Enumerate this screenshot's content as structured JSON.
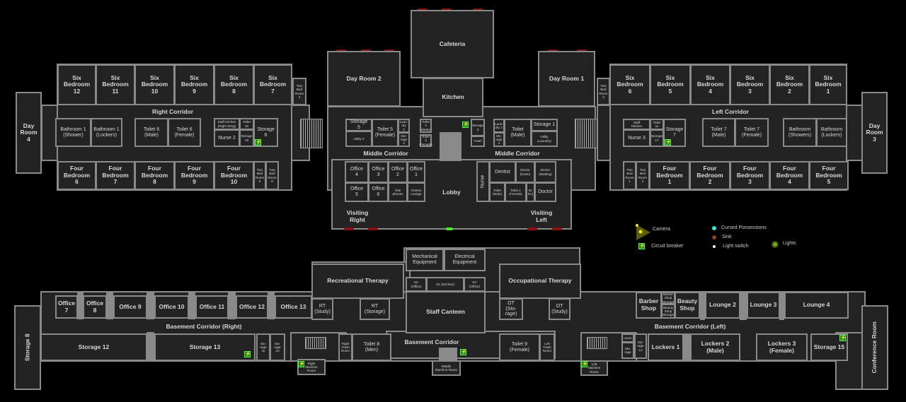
{
  "rooms": {
    "day_room_4": "Day\nRoom\n4",
    "six_bedroom_12": "Six\nBedroom\n12",
    "six_bedroom_11": "Six\nBedroom\n11",
    "six_bedroom_10": "Six\nBedroom\n10",
    "six_bedroom_9": "Six\nBedroom\n9",
    "six_bedroom_8": "Six\nBedroom\n8",
    "six_bedroom_7": "Six\nBedroom\n7",
    "two_bed_room_4": "Two\nBed\nRoom\n4",
    "bathroom_1_shower": "Bathroom 1\n(Shower)",
    "bathroom_1_lockers": "Bathroom 1\n(Lockers)",
    "toilet_6_male": "Toilet 6\n(Male)",
    "toilet_6_female": "Toilet 6\n(Female)",
    "staff_kitchen_right": "Staff Kitchen\n(Right Wing)",
    "nurse_2": "Nurse 2",
    "toilet_10": "Toilet 10",
    "storage_16": "Storage\n16",
    "storage_6": "Storage\n6",
    "four_bedroom_6": "Four\nBedroom\n6",
    "four_bedroom_7": "Four\nBedroom\n7",
    "four_bedroom_8": "Four\nBedroom\n8",
    "four_bedroom_9": "Four\nBedroom\n9",
    "four_bedroom_10": "Four\nBedroom\n10",
    "two_bed_room_5": "Two\nBed\nRoom\n5",
    "two_bed_room_6": "Two\nBed\nRoom\n6",
    "day_room_2": "Day Room 2",
    "cafeteria": "Cafeteria",
    "kitchen": "Kitchen",
    "day_room_1": "Day Room 1",
    "storage_5": "Storage\n5",
    "utility_2": "Utility 2",
    "toilet_5_female": "Toilet 5\n(Female)",
    "laundry_2": "Laun-\ndry\n2",
    "storage_4": "Sto-\nrage\n4",
    "toilet_4_male": "Toilet\n4\n(Male)",
    "toilet_3_female": "Toilet\n3\n(Female)",
    "storage_3": "Storage 3",
    "trash": "Trash",
    "laundry_1": "Laun-\ndry 1",
    "storage_2": "Sto-\nrage\n2",
    "toilet_male": "Toilet\n(Male)",
    "storage_1": "Storage 1",
    "utility_laundry": "Utility\n(Laundry)",
    "office_4": "Office\n4",
    "office_3": "Office\n3",
    "office_2": "Office\n2",
    "office_1": "Office\n1",
    "office_5": "Office\n5",
    "office_6": "Office\n6",
    "telephones": "Tele\nphones",
    "visitors_lounge": "Visitors\nLounge",
    "nurse": "Nurse",
    "dentist": "Dentist",
    "doctor_exam": "Doctor\n(Exam)",
    "doctor_waiting": "Doctor\n(Waiting)",
    "toilet_male_2": "Toilet\n(Male)",
    "toilet_1_female": "Toilet 1\n(Female)",
    "dr_lec": "Dr.\nlec)",
    "doctor": "Doctor",
    "two_bed_room_3": "Two\nBed\nRoom\n3",
    "six_bedroom_6": "Six\nBedroom\n6",
    "six_bedroom_5": "Six\nBedroom\n5",
    "six_bedroom_4": "Six\nBedroom\n4",
    "six_bedroom_3": "Six\nBedroom\n3",
    "six_bedroom_2": "Six\nBedroom\n2",
    "six_bedroom_1": "Six\nBedroom\n1",
    "day_room_3": "Day\nRoom\n3",
    "staff_kitchen": "Staff\nKitchen",
    "nurse_3": "Nurse 3",
    "toilet_11": "Toilet\n11",
    "storage_17": "Storage\n17",
    "storage_7": "Storage\n7",
    "toilet_7_male": "Toilet 7\n(Male)",
    "toilet_7_female": "Toilet 7\n(Female)",
    "bathroom_showers": "Bathroom\n(Showers)",
    "bathroom_lockers": "Bathroom\n(Lockers)",
    "two_bed_room_1": "Two\nBed\nRoom\n1",
    "two_bed_room_2": "Two\nBed\nRoom\n2",
    "four_bedroom_1": "Four\nBedroom\n1",
    "four_bedroom_2": "Four\nBedroom\n2",
    "four_bedroom_3": "Four\nBedroom\n3",
    "four_bedroom_4": "Four\nBedroom\n4",
    "four_bedroom_5": "Four\nBedroom\n5",
    "storage_8": "Storage 8",
    "office_7": "Office\n7",
    "office_8": "Office\n8",
    "office_9": "Office 9",
    "office_10": "Office 10",
    "office_11": "Office 11",
    "office_12": "Office 12",
    "office_13": "Office 13",
    "recreational_therapy": "Recreational Therapy",
    "rt_study": "RT\n(Study)",
    "rt_storage": "RT\n(Storage)",
    "storage_12": "Storage 12",
    "storage_13": "Storage 13",
    "storage_11": "Sto-\nrage\n11",
    "storage_10": "Sto-\nrage\n10",
    "right_machine_room": "Right\nMachine\nRoom",
    "right_trash_room": "Right\nTrash\nRoom",
    "toilet_8_men": "Toilet 8\n(Men)",
    "mechanical_equipment": "Mechanical\nEquipment",
    "electrical_equipment": "Electrical\nEquipment",
    "sc_office_1": "SC\n(Office)",
    "sc_kitchen": "SC (Kitchen)",
    "sc_office_2": "SC\n(Office)",
    "staff_canteen": "Staff Canteen",
    "middle_machine_room": "Middle\nMachine Room",
    "occupational_therapy": "Occupational Therapy",
    "ot_storage": "OT\n(Sto-\nrage)",
    "ot_study": "OT\n(Study)",
    "toilet_9_female": "Toilet 9\n(Female)",
    "left_trash_room": "Left\nTrash\nRoom",
    "left_machine_room": "Left\nMachine\nRoom",
    "barber_shop": "Barber\nShop",
    "barber_shop_storage": "Barber\nShop\nStorage",
    "beauty_shop_storage": "Beauty\nShop\nStorage",
    "beauty_shop": "Beauty\nShop",
    "lounge_2": "Lounge 2",
    "lounge_3": "Lounge 3",
    "lounge_4": "Lounge 4",
    "linen": "Linen",
    "storage_linen": "Sto-\nrage",
    "storage_14": "Sto-\nrage\n14",
    "lockers_1": "Lockers 1",
    "lockers_2_male": "Lockers 2\n(Male)",
    "lockers_3_female": "Lockers 3\n(Female)",
    "storage_15": "Storage 15",
    "conference_room": "Conference Room"
  },
  "labels": {
    "right_corridor": "Right Corridor",
    "left_corridor": "Left Corridor",
    "middle_corridor_1": "Middle Corridor",
    "middle_corridor_2": "Middle Corridor",
    "lobby": "Lobby",
    "visiting_right": "Visiting\nRight",
    "visiting_left": "Visiting\nLeft",
    "basement_corridor_right": "Basement Corridor (Right)",
    "basement_corridor": "Basement Corridor",
    "basement_corridor_left": "Basement Corridor (Left)"
  },
  "legend": {
    "camera": "Camera",
    "circuit_breaker": "Circuit breaker",
    "cursed_possessions": "Cursed Possessions",
    "sink": "Sink",
    "light_switch": "Light switch",
    "lights": "Lights"
  },
  "colors": {
    "door": "#8b1010",
    "circuit_breaker": "#1a8a1a",
    "camera": "#6b6b00",
    "cursed_possessions": "#40e0e0",
    "sink": "#8b4513",
    "light_switch": "#ffffff",
    "lights": "#9acd32",
    "exit": "#44ee22"
  }
}
